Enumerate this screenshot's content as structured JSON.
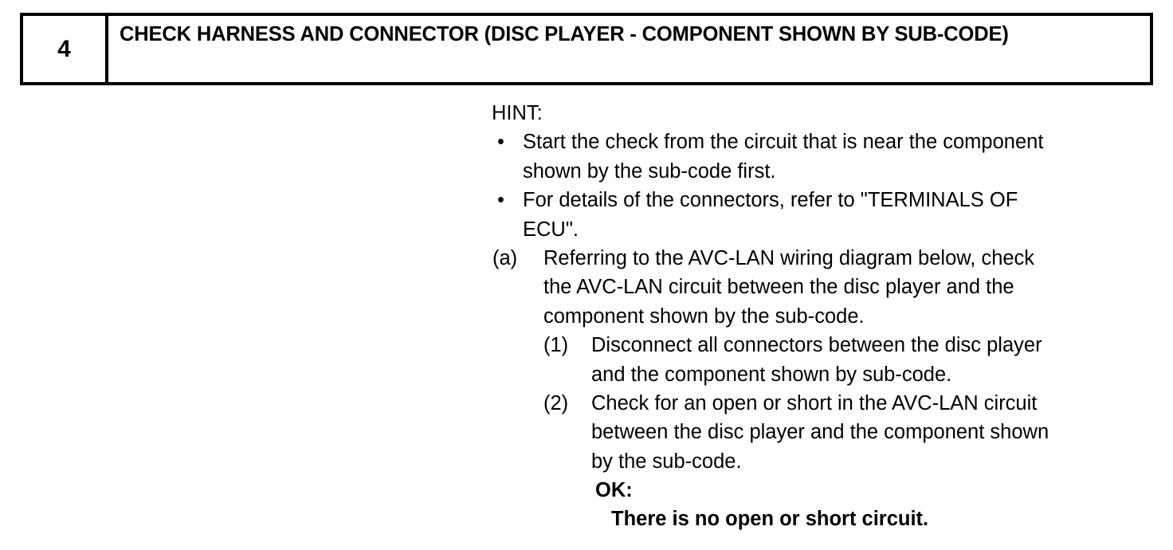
{
  "step": {
    "number": "4",
    "title": "CHECK HARNESS AND CONNECTOR (DISC PLAYER - COMPONENT SHOWN BY SUB-CODE)"
  },
  "procedure": {
    "hint_label": "HINT:",
    "bullet_glyph": "•",
    "hint_bullets": [
      {
        "lines": [
          "Start the check from the circuit that is near the component",
          "shown by the sub-code first."
        ]
      },
      {
        "lines": [
          "For details of the connectors, refer to \"TERMINALS OF",
          "ECU\"."
        ]
      }
    ],
    "steps": [
      {
        "marker": "(a)",
        "lines": [
          "Referring to the AVC-LAN wiring diagram below, check",
          "the AVC-LAN circuit between the disc player and the",
          "component shown by the sub-code."
        ],
        "substeps": [
          {
            "marker": "(1)",
            "lines": [
              "Disconnect all connectors between the disc player",
              "and the component shown by sub-code."
            ]
          },
          {
            "marker": "(2)",
            "lines": [
              "Check for an open or short in the AVC-LAN circuit",
              "between the disc player and the component shown",
              "by the sub-code."
            ],
            "result_label": "OK:",
            "result_text": "There is no open or short circuit."
          }
        ]
      }
    ]
  },
  "colors": {
    "ink": "#000000",
    "paper": "#ffffff"
  }
}
